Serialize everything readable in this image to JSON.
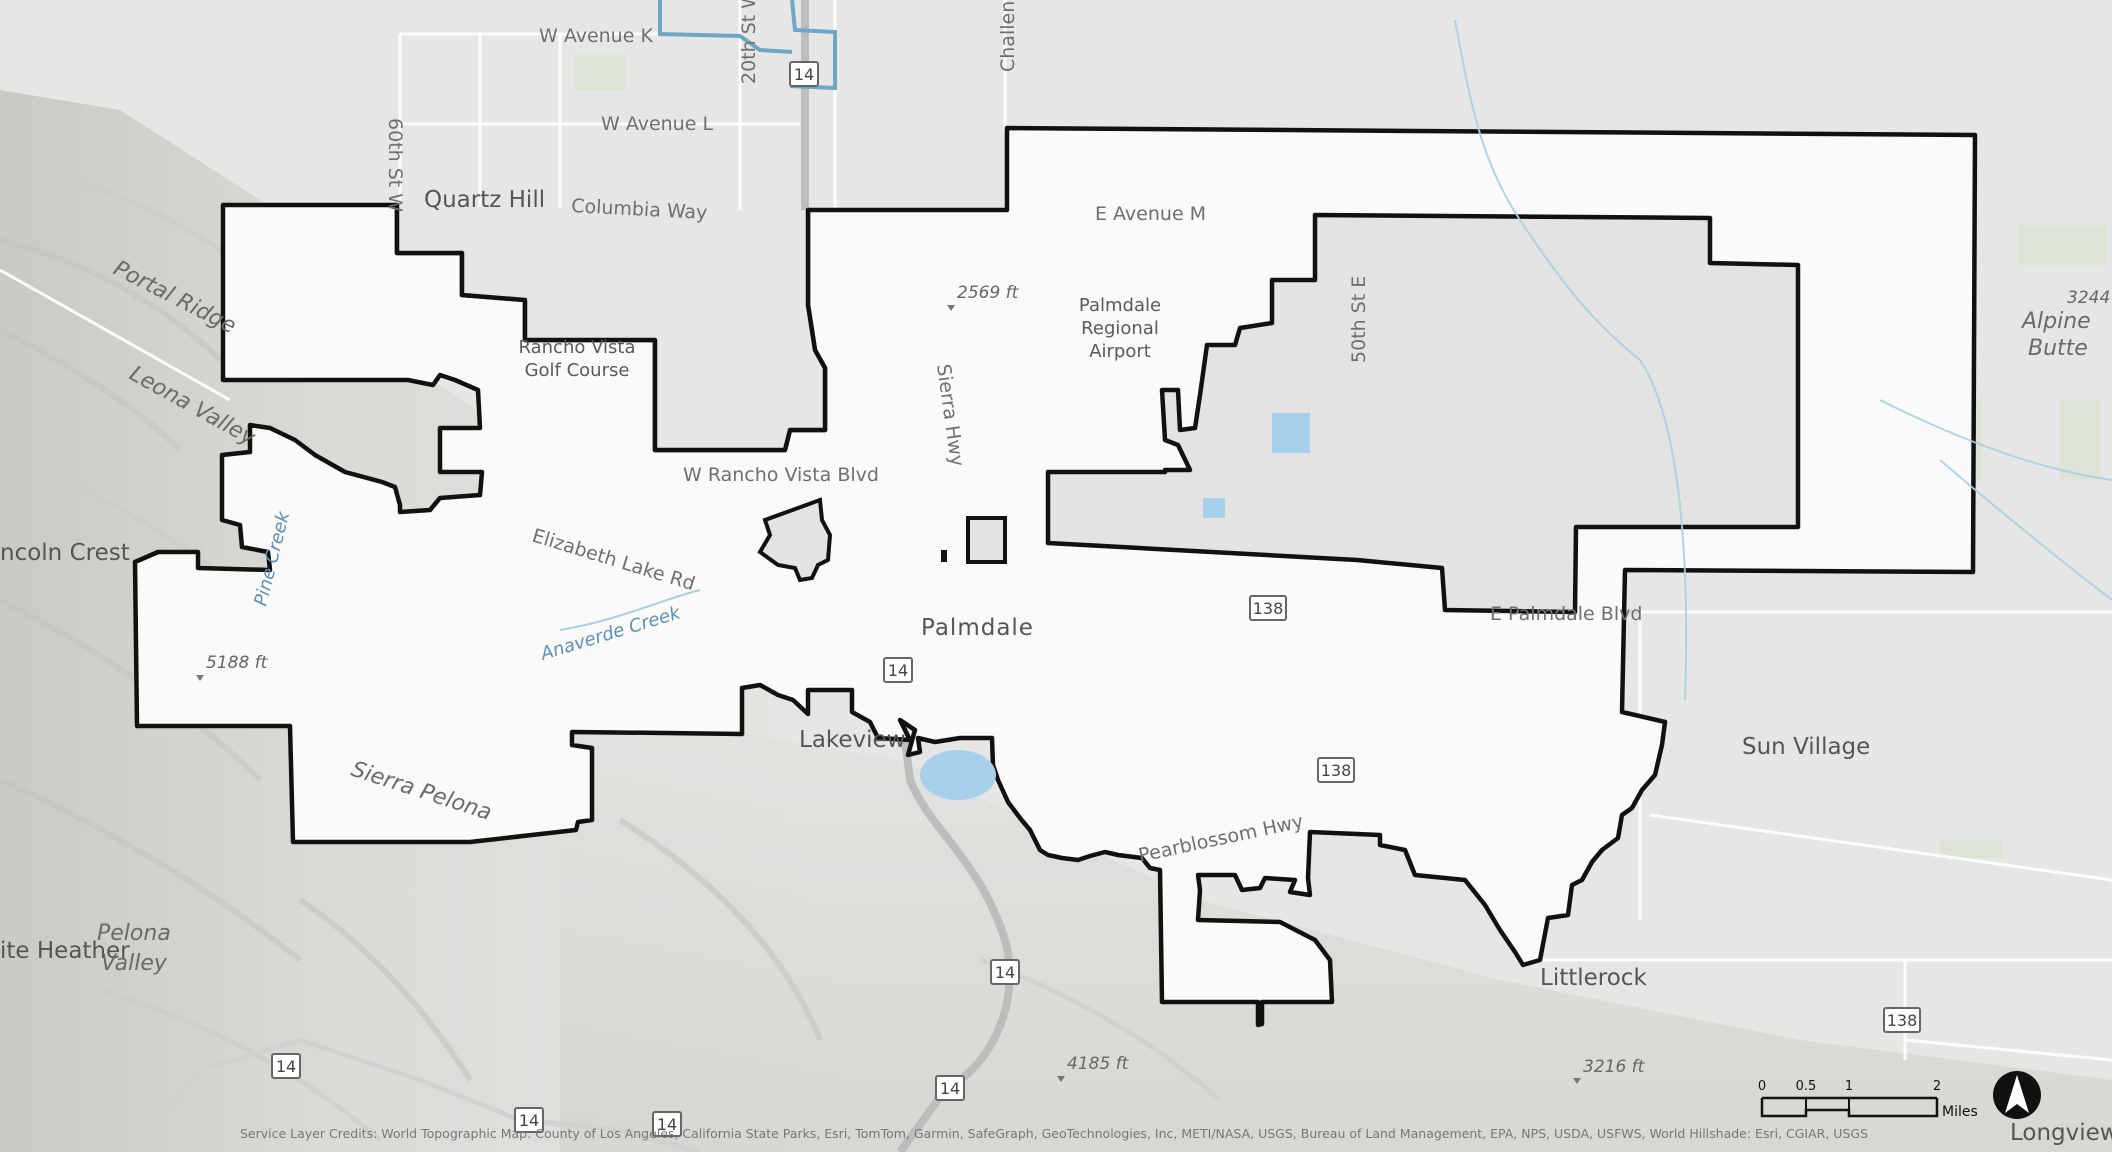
{
  "places": {
    "quartz_hill": "Quartz Hill",
    "palmdale": "Palmdale",
    "lakeview": "Lakeview",
    "sun_village": "Sun Village",
    "littlerock": "Littlerock",
    "lincoln_crest": "ncoln Crest",
    "white_heather": "ite Heather",
    "alpine_butte_1": "Alpine",
    "alpine_butte_2": "Butte",
    "longview": "Longview",
    "pelona_valley_1": "Pelona",
    "pelona_valley_2": "Valley"
  },
  "pois": {
    "airport_1": "Palmdale",
    "airport_2": "Regional",
    "airport_3": "Airport",
    "golf_1": "Rancho Vista",
    "golf_2": "Golf Course"
  },
  "roads": {
    "w_avenue_k": "W Avenue K",
    "w_avenue_l": "W Avenue L",
    "columbia_way": "Columbia Way",
    "e_avenue_m": "E Avenue M",
    "w_rancho_vista": "W Rancho Vista Blvd",
    "elizabeth_lake": "Elizabeth Lake Rd",
    "e_palmdale_blvd": "E Palmdale Blvd",
    "pearblossom": "Pearblossom Hwy",
    "sierra_hwy": "Sierra Hwy",
    "st_50th": "50th St E",
    "st_60th": "60th St W",
    "st_20th": "20th St W",
    "challenger": "Challen"
  },
  "terrain": {
    "portal_ridge": "Portal Ridge",
    "leona_valley": "Leona Valley",
    "sierra_pelona": "Sierra Pelona"
  },
  "water": {
    "anaverde": "Anaverde Creek",
    "pine_creek": "Pine Creek"
  },
  "elevations": {
    "e2569": "2569 ft",
    "e5188": "5188 ft",
    "e4185": "4185 ft",
    "e3216": "3216 ft",
    "e3244": "3244"
  },
  "shields": {
    "s14": "14",
    "s138": "138"
  },
  "scale": {
    "t0": "0",
    "t05": "0.5",
    "t1": "1",
    "t2": "2",
    "unit": "Miles"
  },
  "credits": "Service Layer Credits: World Topographic Map: County of Los Angeles, California State Parks, Esri, TomTom, Garmin, SafeGraph, GeoTechnologies, Inc, METI/NASA, USGS, Bureau of Land Management, EPA, NPS, USDA, USFWS, World Hillshade: Esri, CGIAR, USGS",
  "colors": {
    "background": "#e4e4e2",
    "city_fill": "#fafaf9",
    "city_inner": "#e3e3e1",
    "boundary": "#111111",
    "water": "#a8d0ea",
    "road": "#ffffff",
    "accent_boundary": "#6fa6c8"
  }
}
